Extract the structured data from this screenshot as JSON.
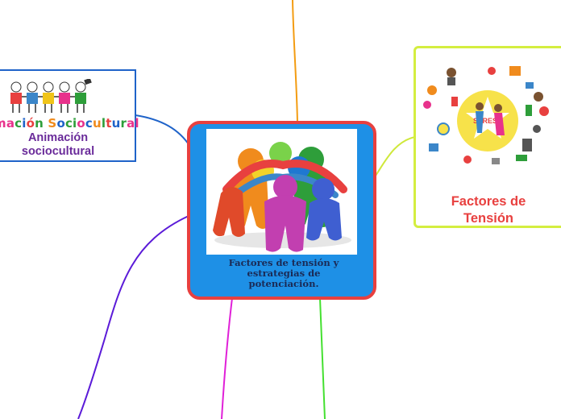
{
  "central": {
    "image_desc": "clay-figures-group",
    "caption_lines": [
      "Factores de tensión y",
      "estrategias de",
      "potenciación."
    ]
  },
  "left_topic": {
    "title_art": [
      {
        "t": "ma",
        "c": "#e8328c"
      },
      {
        "t": "c",
        "c": "#2e9e3a"
      },
      {
        "t": "i",
        "c": "#1f63c9"
      },
      {
        "t": "ó",
        "c": "#e8403f"
      },
      {
        "t": "n ",
        "c": "#2e9e3a"
      },
      {
        "t": "S",
        "c": "#f08b1d"
      },
      {
        "t": "o",
        "c": "#1f63c9"
      },
      {
        "t": "ci",
        "c": "#2e9e3a"
      },
      {
        "t": "o",
        "c": "#e8328c"
      },
      {
        "t": "c",
        "c": "#1f63c9"
      },
      {
        "t": "u",
        "c": "#f08b1d"
      },
      {
        "t": "l",
        "c": "#2e9e3a"
      },
      {
        "t": "t",
        "c": "#e8403f"
      },
      {
        "t": "u",
        "c": "#1f63c9"
      },
      {
        "t": "r",
        "c": "#2e9e3a"
      },
      {
        "t": "al",
        "c": "#e8328c"
      }
    ],
    "label_lines": [
      "Animación",
      "sociocultural"
    ]
  },
  "right_topic": {
    "image_desc": "stress-factors-illustration",
    "image_text": "STRESS",
    "label_lines": [
      "Factores de",
      "Tensión"
    ]
  },
  "colors": {
    "central_fill": "#1e90e6",
    "central_border": "#e8403f",
    "left_border": "#1f63c9",
    "right_border": "#d4ee40",
    "branch_orange": "#f39c12",
    "branch_blue": "#1f63c9",
    "branch_lime": "#cfe83a",
    "branch_purple": "#5b1bd8",
    "branch_magenta": "#e020d8",
    "branch_green": "#44e030"
  }
}
